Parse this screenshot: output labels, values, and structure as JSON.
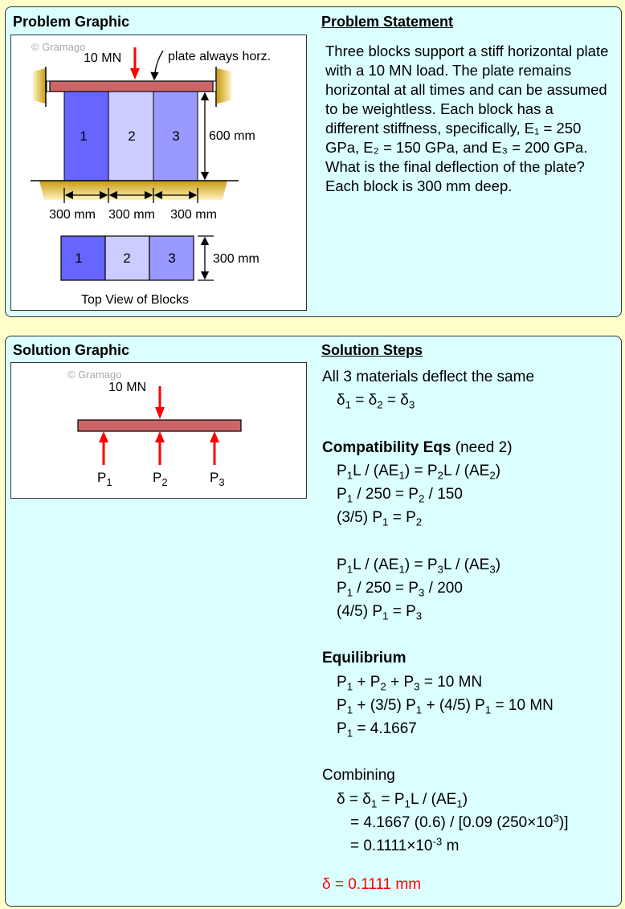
{
  "problem": {
    "graphic_heading": "Problem Graphic",
    "statement_heading": "Problem Statement",
    "statement": "Three blocks support a stiff horizontal plate with a 10 MN load. The plate remains horizontal at all times and can be assumed to be weightless. Each block has a different stiffness, specifically, E₁ = 250 GPa, E₂ = 150 GPa, and E₃ = 200 GPa. What is the final deflection of the plate? Each block is 300 mm deep.",
    "diagram": {
      "watermark": "© Gramago",
      "load_label": "10 MN",
      "plate_note": "plate always horz.",
      "block_labels": [
        "1",
        "2",
        "3"
      ],
      "height_label": "600 mm",
      "width_labels": [
        "300 mm",
        "300 mm",
        "300 mm"
      ],
      "depth_label": "300 mm",
      "top_view_caption": "Top View of Blocks",
      "block_colors": [
        "#6666ff",
        "#ccccff",
        "#9999ff"
      ],
      "plate_color": "#cc6666"
    }
  },
  "solution": {
    "graphic_heading": "Solution Graphic",
    "steps_heading": "Solution Steps",
    "diagram": {
      "watermark": "© Gramago",
      "load_label": "10 MN",
      "reaction_labels": [
        [
          "P",
          "1"
        ],
        [
          "P",
          "2"
        ],
        [
          "P",
          "3"
        ]
      ]
    },
    "steps": [
      {
        "style": "l0",
        "parts": [
          "All 3 materials deflect the same"
        ]
      },
      {
        "style": "l1",
        "parts": [
          "δ",
          {
            "sub": "1"
          },
          " = δ",
          {
            "sub": "2"
          },
          " = δ",
          {
            "sub": "3"
          }
        ]
      },
      {
        "style": "l0",
        "parts": [
          ""
        ]
      },
      {
        "style": "l0",
        "parts": [
          {
            "b": "Compatibility Eqs"
          },
          " (need 2)"
        ]
      },
      {
        "style": "l1",
        "parts": [
          "P",
          {
            "sub": "1"
          },
          "L / (AE",
          {
            "sub": "1"
          },
          ") = P",
          {
            "sub": "2"
          },
          "L / (AE",
          {
            "sub": "2"
          },
          ")"
        ]
      },
      {
        "style": "l1",
        "parts": [
          "P",
          {
            "sub": "1"
          },
          " / 250 = P",
          {
            "sub": "2"
          },
          " / 150"
        ]
      },
      {
        "style": "l1",
        "parts": [
          "(3/5) P",
          {
            "sub": "1"
          },
          " = P",
          {
            "sub": "2"
          }
        ]
      },
      {
        "style": "l0",
        "parts": [
          ""
        ]
      },
      {
        "style": "l1",
        "parts": [
          "P",
          {
            "sub": "1"
          },
          "L / (AE",
          {
            "sub": "1"
          },
          ") = P",
          {
            "sub": "3"
          },
          "L / (AE",
          {
            "sub": "3"
          },
          ")"
        ]
      },
      {
        "style": "l1",
        "parts": [
          "P",
          {
            "sub": "1"
          },
          " / 250 = P",
          {
            "sub": "3"
          },
          " / 200"
        ]
      },
      {
        "style": "l1",
        "parts": [
          "(4/5) P",
          {
            "sub": "1"
          },
          " = P",
          {
            "sub": "3"
          }
        ]
      },
      {
        "style": "l0",
        "parts": [
          ""
        ]
      },
      {
        "style": "l0",
        "parts": [
          {
            "b": "Equilibrium"
          }
        ]
      },
      {
        "style": "l1",
        "parts": [
          "P",
          {
            "sub": "1"
          },
          " + P",
          {
            "sub": "2"
          },
          " + P",
          {
            "sub": "3"
          },
          " = 10 MN"
        ]
      },
      {
        "style": "l1",
        "parts": [
          "P",
          {
            "sub": "1"
          },
          " + (3/5) P",
          {
            "sub": "1"
          },
          " + (4/5) P",
          {
            "sub": "1"
          },
          " = 10 MN"
        ]
      },
      {
        "style": "l1",
        "parts": [
          "P",
          {
            "sub": "1"
          },
          " = 4.1667"
        ]
      },
      {
        "style": "l0",
        "parts": [
          ""
        ]
      },
      {
        "style": "l0",
        "parts": [
          "Combining"
        ]
      },
      {
        "style": "l1",
        "parts": [
          "δ = δ",
          {
            "sub": "1"
          },
          " = P",
          {
            "sub": "1"
          },
          "L / (AE",
          {
            "sub": "1"
          },
          ")"
        ]
      },
      {
        "style": "l2",
        "parts": [
          "= 4.1667 (0.6) / [0.09 (250×10",
          {
            "sup": "3"
          },
          ")]"
        ]
      },
      {
        "style": "l2",
        "parts": [
          "= 0.1111×10",
          {
            "sup": "-3"
          },
          " m"
        ]
      },
      {
        "style": "l0",
        "parts": [
          ""
        ]
      },
      {
        "style": "red",
        "parts": [
          "δ = 0.1111 mm"
        ]
      }
    ],
    "answer_color": "#ff0000"
  }
}
